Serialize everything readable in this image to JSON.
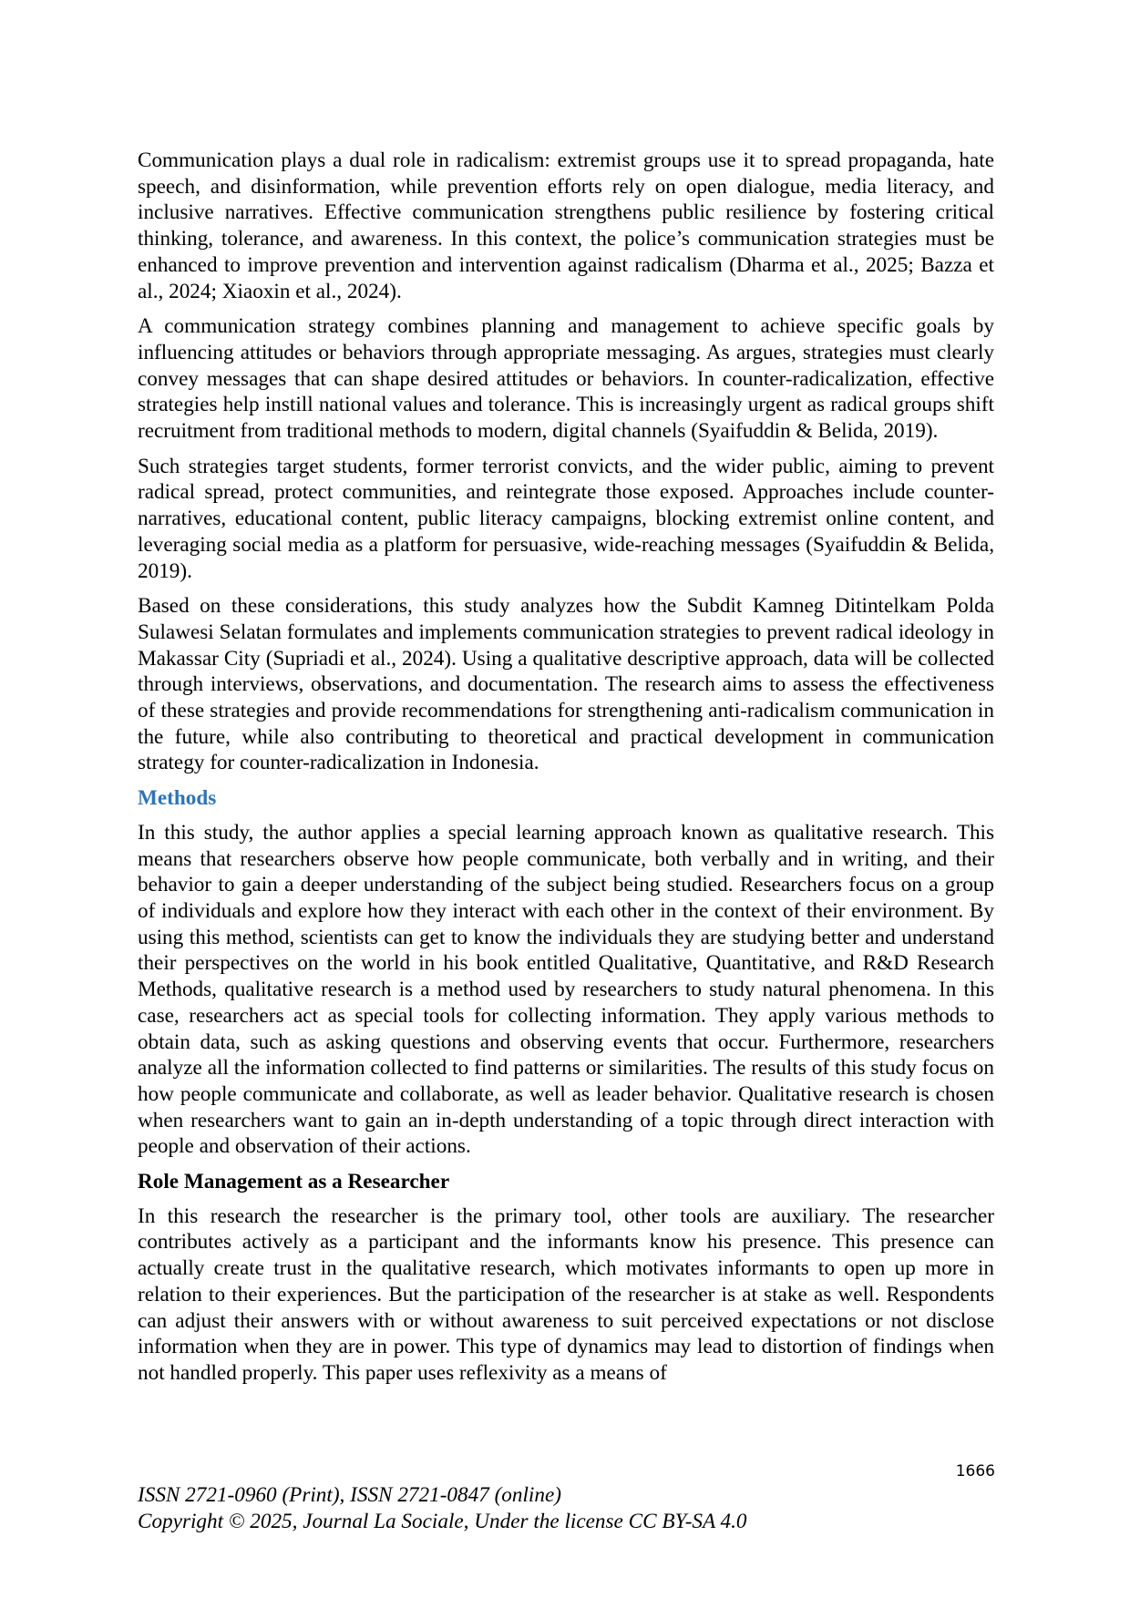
{
  "paragraphs_intro": [
    "Communication plays a dual role in radicalism: extremist groups use it to spread propaganda, hate speech, and disinformation, while prevention efforts rely on open dialogue, media literacy, and inclusive narratives. Effective communication strengthens public resilience by fostering critical thinking, tolerance, and awareness. In this context, the police’s communication strategies must be enhanced to improve prevention and intervention against radicalism (Dharma et al., 2025; Bazza et al., 2024; Xiaoxin et al., 2024).",
    "A communication strategy combines planning and management to achieve specific goals by influencing attitudes or behaviors through appropriate messaging. As argues, strategies must clearly convey messages that can shape desired attitudes or behaviors. In counter-radicalization, effective strategies help instill national values and tolerance. This is increasingly urgent as radical groups shift recruitment from traditional methods to modern, digital channels (Syaifuddin & Belida, 2019).",
    "Such strategies target students, former terrorist convicts, and the wider public, aiming to prevent radical spread, protect communities, and reintegrate those exposed. Approaches include counter-narratives, educational content, public literacy campaigns, blocking extremist online content, and leveraging social media as a platform for persuasive, wide-reaching messages (Syaifuddin & Belida, 2019).",
    "Based on these considerations, this study analyzes how the Subdit Kamneg Ditintelkam Polda Sulawesi Selatan formulates and implements communication strategies to prevent radical ideology in Makassar City (Supriadi et al., 2024). Using a qualitative descriptive approach, data will be collected through interviews, observations, and documentation. The research aims to assess the effectiveness of these strategies and provide recommendations for strengthening anti-radicalism communication in the future, while also contributing to theoretical and practical development in communication strategy for counter-radicalization in Indonesia."
  ],
  "methods": {
    "heading": "Methods",
    "heading_color": "#2e74b5",
    "paragraph": "In this study, the author applies a special learning approach known as qualitative research. This means that researchers observe how people communicate, both verbally and in writing, and their behavior to gain a deeper understanding of the subject being studied. Researchers focus on a group of individuals and explore how they interact with each other in the context of their environment. By using this method, scientists can get to know the individuals they are studying better and understand their perspectives on the world in his book entitled Qualitative, Quantitative, and R&D Research Methods, qualitative research is a method used by researchers to study natural phenomena. In this case, researchers act as special tools for collecting information. They apply various methods to obtain data, such as asking questions and observing events that occur. Furthermore, researchers analyze all the information collected to find patterns or similarities. The results of this study focus on how people communicate and collaborate, as well as leader behavior. Qualitative research is chosen when researchers want to gain an in-depth understanding of a topic through direct interaction with people and observation of their actions."
  },
  "role_management": {
    "heading": "Role Management as a Researcher",
    "paragraph": "In this research the researcher is the primary tool, other tools are auxiliary. The researcher contributes actively as a participant and the informants know his presence. This presence can actually create trust in the qualitative research, which motivates informants to open up more in relation to their experiences. But the participation of the researcher is at stake as well. Respondents can adjust their answers with or without awareness to suit perceived expectations or not disclose information when they are in power. This type of dynamics may lead to distortion of findings when not handled properly. This paper uses reflexivity as a means of"
  },
  "page_number": "1666",
  "footer": {
    "issn": "ISSN 2721-0960 (Print), ISSN 2721-0847 (online)",
    "copyright": "Copyright © 2025, Journal La Sociale, Under the license CC BY-SA 4.0"
  }
}
